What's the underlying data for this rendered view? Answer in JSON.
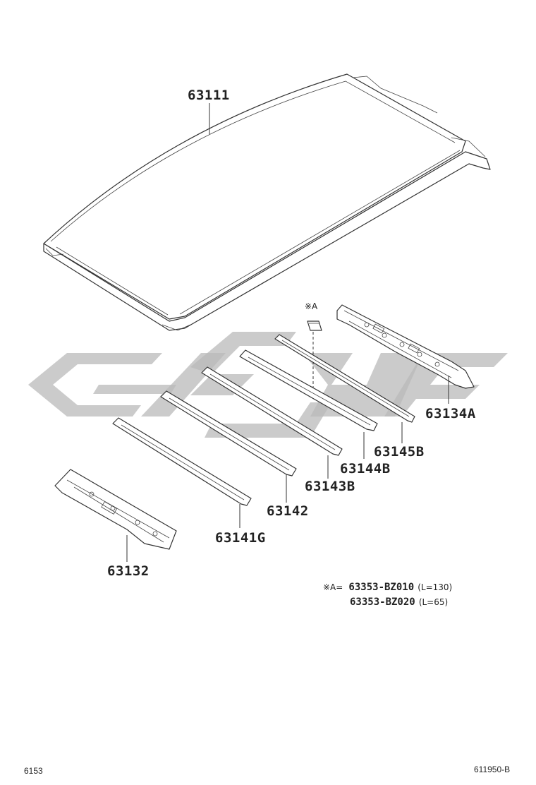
{
  "parts": {
    "roof_panel": "63111",
    "front_header": "63134A",
    "bow_145": "63145B",
    "bow_144": "63144B",
    "bow_143": "63143B",
    "bow_142": "63142",
    "bow_141": "63141G",
    "rear_header": "63132"
  },
  "callout_a": "※A",
  "note": {
    "line1_prefix": "※A=",
    "line1_part": "63353-BZ010",
    "line1_len": "(L=130)",
    "line2_part": "63353-BZ020",
    "line2_len": "(L=65)"
  },
  "footer": {
    "left": "6153",
    "right": "611950-B"
  },
  "icons": {
    "watermark": "brand-watermark-logo"
  }
}
